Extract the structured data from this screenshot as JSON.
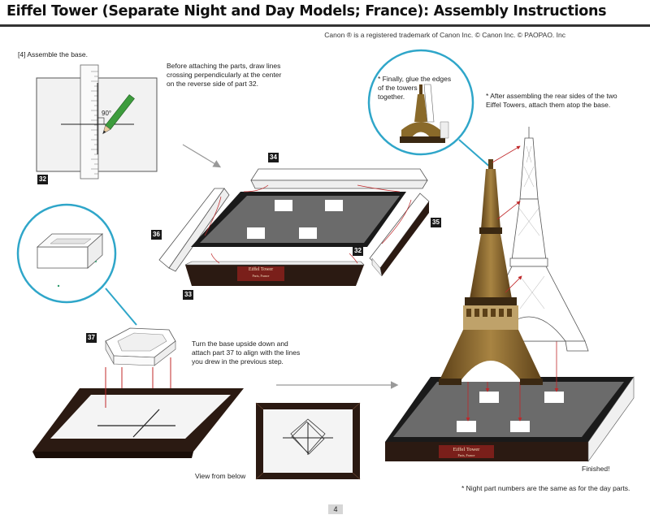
{
  "header": {
    "title": "Eiffel Tower (Separate Night and Day Models; France): Assembly Instructions",
    "credit": "Canon ® is a registered trademark of Canon Inc. © Canon Inc. © PAOPAO. Inc"
  },
  "step": {
    "heading": "[4] Assemble the base.",
    "angle_label": "90°",
    "draw_lines_text": [
      "Before attaching the parts, draw lines",
      "crossing perpendicularly at the center",
      "on the reverse side of part 32."
    ],
    "glue_text": [
      "* Finally, glue the edges",
      "of the towers",
      "together."
    ],
    "attach_text": [
      "* After assembling the rear sides of the two",
      "Eiffel Towers, attach them atop the base."
    ],
    "turn_text": [
      "Turn the base upside down and",
      "attach part 37 to align with the lines",
      "you drew in the previous step."
    ],
    "view_label": "View from below",
    "finished_label": "Finished!",
    "night_note": "* Night part numbers are the same as for the day parts."
  },
  "parts": {
    "p32_sheet": "32",
    "p34": "34",
    "p35": "35",
    "p36": "36",
    "p32_board": "32",
    "p33": "33",
    "p37": "37"
  },
  "plaque": {
    "title": "Eiffel Tower",
    "subtitle": "Paris, France"
  },
  "footer": {
    "page_number": "4"
  },
  "colors": {
    "brown_dark": "#2b1a12",
    "tower_gold": "#8a6a2a",
    "callout_cyan": "#2fa6c9",
    "arrow_red": "#c0282a",
    "board_gray": "#6b6b6b"
  }
}
